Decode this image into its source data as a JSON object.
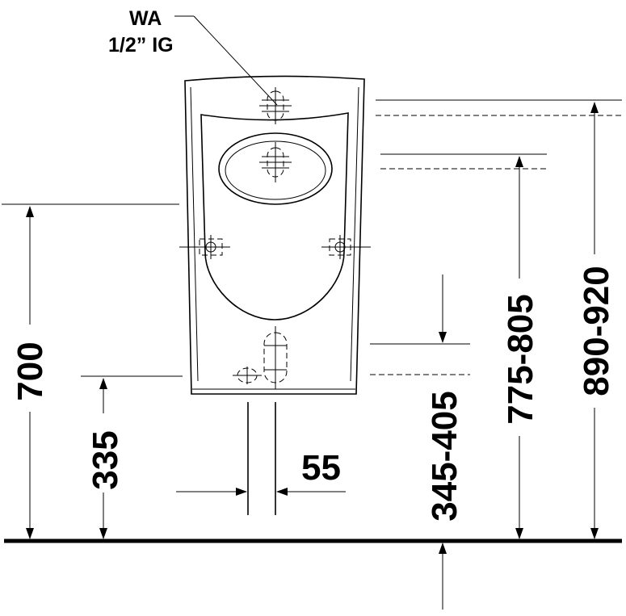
{
  "labels": {
    "supply_code": "WA",
    "supply_thread": "1/2” IG",
    "dim_700": "700",
    "dim_335": "335",
    "dim_55": "55",
    "dim_345_405": "345-405",
    "dim_775_805": "775-805",
    "dim_890_920": "890-920"
  }
}
